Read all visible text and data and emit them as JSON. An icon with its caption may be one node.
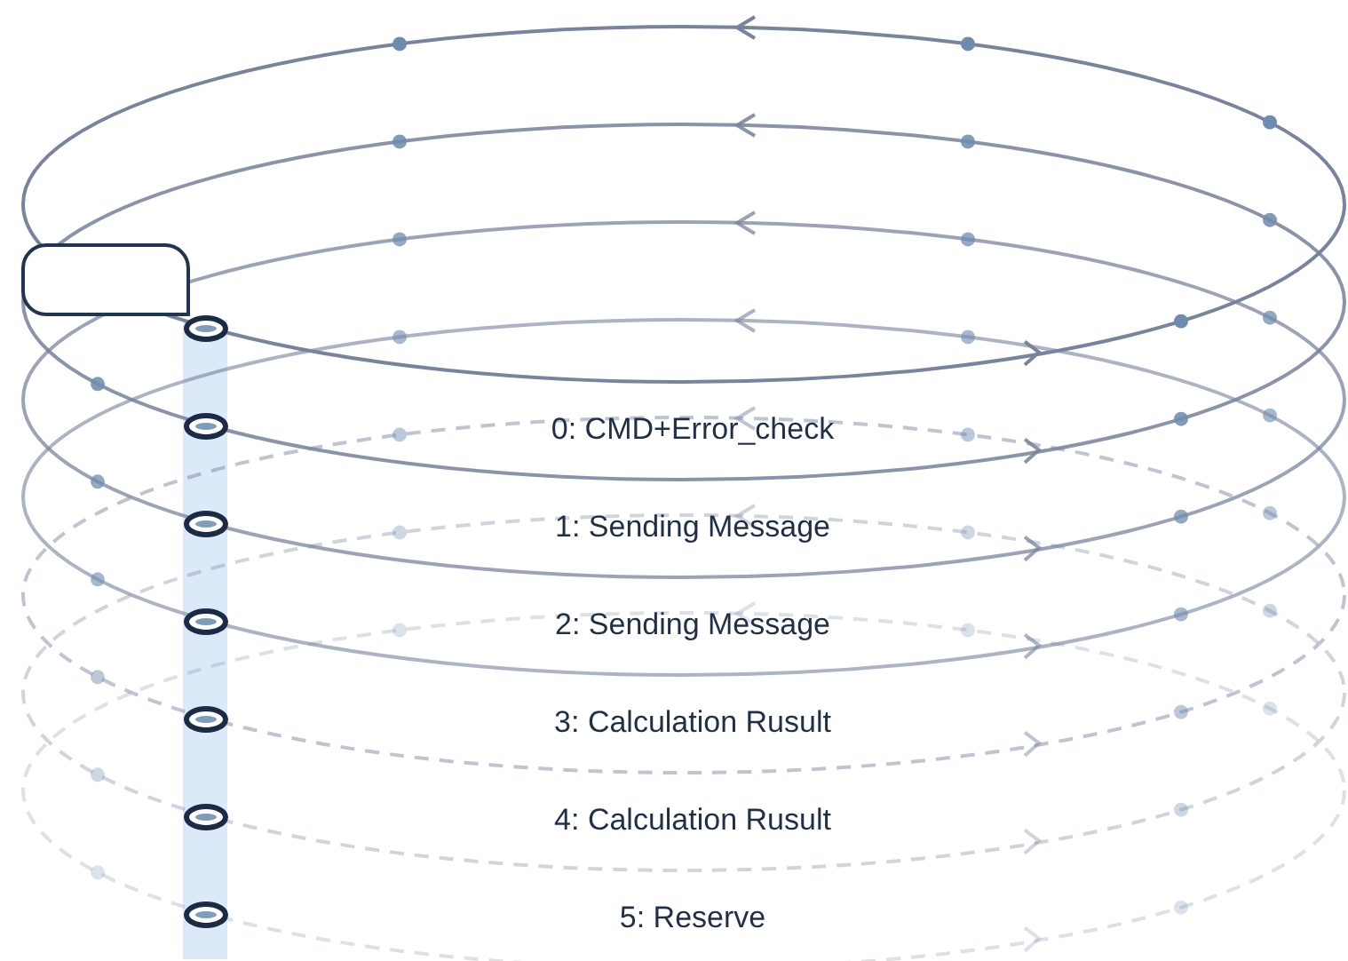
{
  "diagram": {
    "nodes": [
      {
        "text": [],
        "shape": "box"
      },
      {
        "text": [],
        "shape": "ellipse"
      },
      {
        "text": [],
        "shape": "ellipse"
      },
      {
        "text": [],
        "shape": "ellipse"
      },
      {
        "text": [],
        "shape": "ellipse"
      },
      {
        "text": [],
        "shape": "ellipse"
      },
      {
        "text": [],
        "shape": "ellipse"
      },
      {
        "text": [],
        "shape": "ellipse"
      }
    ],
    "labels": [
      "0: CMD+Error_check",
      "1: Sending Message",
      "2: Sending Message",
      "3: Calculation Rusult",
      "4: Calculation Rusult",
      "5: Reserve"
    ]
  }
}
